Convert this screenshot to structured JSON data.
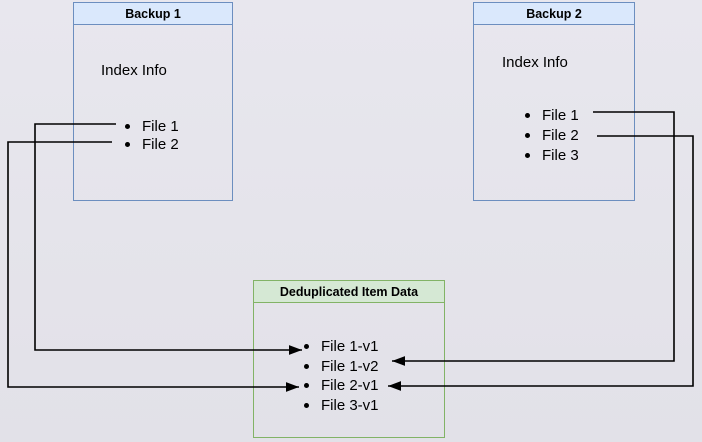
{
  "colors": {
    "canvas_bg_top": "#e8e7ee",
    "canvas_bg_bottom": "#e2e1e8",
    "blue_fill": "#dae8fc",
    "blue_border": "#6c8ebf",
    "green_fill": "#d5e8d4",
    "green_border": "#82b366",
    "connector": "#000000",
    "text": "#000000"
  },
  "boxes": {
    "backup1": {
      "title": "Backup 1",
      "subtitle": "Index Info",
      "items": [
        "File 1",
        "File 2"
      ]
    },
    "backup2": {
      "title": "Backup 2",
      "subtitle": "Index Info",
      "items": [
        "File 1",
        "File 2",
        "File 3"
      ]
    },
    "dedup": {
      "title": "Deduplicated Item Data",
      "items": [
        "File 1-v1",
        "File 1-v2",
        "File 2-v1",
        "File 3-v1"
      ]
    }
  },
  "connections": [
    {
      "from": "Backup 1 : File 1",
      "to": "File 1-v1",
      "enters": "left"
    },
    {
      "from": "Backup 1 : File 2",
      "to": "File 2-v1",
      "enters": "left"
    },
    {
      "from": "Backup 2 : File 1",
      "to": "File 1-v2",
      "enters": "right"
    },
    {
      "from": "Backup 2 : File 2",
      "to": "File 2-v1",
      "enters": "right"
    }
  ]
}
